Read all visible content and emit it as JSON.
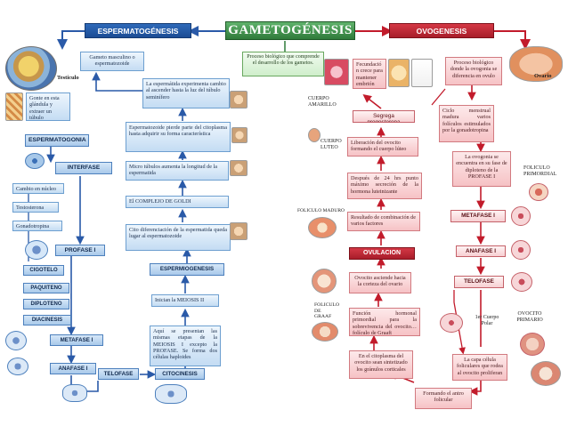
{
  "title": "GAMETOGÉNESIS",
  "central_description": "Proceso biológico que comprende el desarrollo de los gametos.",
  "spermatogenesis": {
    "header": "ESPERMATOGÉNESIS",
    "gameto_masculino": "Gameto masculino o espermatozoide",
    "testiculo_label": "Testiculo",
    "testiculo_desc": "Gonte en esta glándula y extraer un túbulo seminífero",
    "espermatogonia": "ESPERMATOGONIA",
    "interfase": "INTERFASE",
    "hormones": [
      "Cambio en núcleo",
      "Testosterona",
      "Gonadotropina"
    ],
    "profase": "PROFASE  I",
    "stages": [
      "CIGOTELO",
      "PAQUITENO",
      "DIPLOTENO",
      "DIACINESIS"
    ],
    "metafase": "METAFASE I",
    "anafase": "ANAFASE I",
    "telofase": "TELOFASE",
    "citocinesis": "CITOCINESIS",
    "espermiogenesis": "ESPERMIOGENESIS",
    "meiosis_start": "Inician la MEIOSIS II",
    "meiosis_desc": "Aquí se presentan las mismas etapas de la MEIOSIS I excepto la PROFASE. Se forma dos células haploides",
    "right_column": [
      "La espermátida experimenta cambio al ascender hasta la luz del túbulo seminífero",
      "Espermatozoide pierde parte del citoplasma hasta adquirir su forma característica",
      "Micro túbulos aumenta la longitud de la espermatida",
      "El COMPLEJO DE GOLDI",
      "Cito diferenciación de la espermatida queda lugar al espermatozoide"
    ]
  },
  "oogenesis": {
    "header": "OVOGENESIS",
    "proceso_desc": "Proceso biológico donde la ovogonia se diferencia en ovulo",
    "ovario_label": "Ovario",
    "fecundacion": "Fecundació n crece para mantener embrión",
    "cuerpo_amarillo": "CUERPO AMARILLO",
    "segrega": "Segrega progesterona",
    "cuerpo_luteo": "CUERPO LUTEO",
    "liberacion": "Liberación del ovocito formando el cuerpo lúteo",
    "despues": "Después de 24 hrs punto máximo secreción de la hormona luteinizante",
    "foliculo_maduro": "FOLICULO MADURO",
    "resultado": "Resultado de combinación de varios factores",
    "ovulacion": "OVULACION",
    "ovocito_asciende": "Ovocito asciende hacia la corteza del ovario",
    "foliculo_graaf": "FOLICULO DE GRAAF",
    "funcion": "Función hormonal primordial para la sobrevivencia del ovocito… folículo de Graaft",
    "citoplasma": "En el citoplasma del ovocito sean sintetizado los gránulos corticales",
    "formando": "Formando el antro folicular",
    "ciclo": "Ciclo menstrual madura varios folículos estimulados por la gonadotropina",
    "encuentra": "La ovogonia se encuentra en su fase de diploteno de la PROFASE I",
    "foliculo_primordial": "FOLICULO PRIMORDIAL",
    "metafase": "METAFASE I",
    "anafase": "ANAFASE I",
    "telofase": "TELOFASE",
    "corpus": "1er Cuerpo Polar",
    "ovocito_primario": "OVOCITO PRIMARIO",
    "capa": "La capa célula foliculares que rodea al ovocito proliferan"
  },
  "colors": {
    "blue_dark": "#1b4c94",
    "pink_dark": "#a81d2a",
    "green_title": "#2f7a3a",
    "link_blue": "#2a5aa8",
    "link_red": "#c21b2b"
  }
}
